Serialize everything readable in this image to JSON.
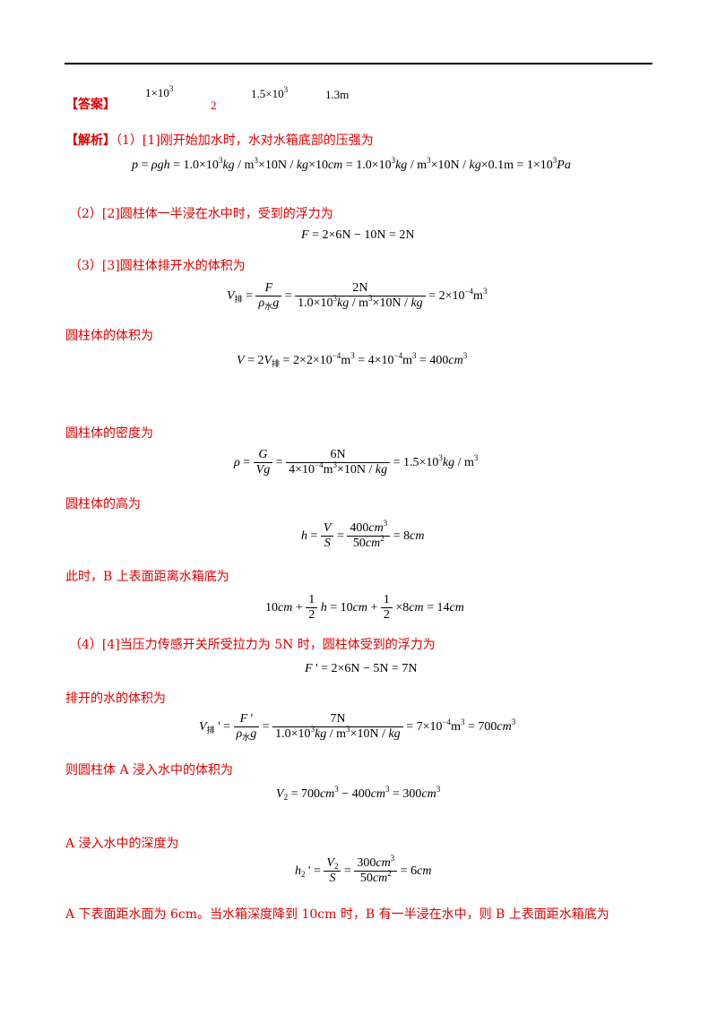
{
  "labels": {
    "answer": "【答案】",
    "analysis": "【解析】"
  },
  "answers": {
    "a1": "1×10³",
    "a2": "2",
    "a3": "1.5×10³",
    "a4": "1.3m"
  },
  "text": {
    "p1": "（1）[1]刚开始加水时，水对水箱底部的压强为",
    "p2": "（2）[2]圆柱体一半浸在水中时，受到的浮力为",
    "p3": "（3）[3]圆柱体排开水的体积为",
    "p4": "圆柱体的体积为",
    "p5": "圆柱体的密度为",
    "p6": "圆柱体的高为",
    "p7": "此时，B 上表面距离水箱底为",
    "p8": "（4）[4]当压力传感开关所受拉力为 5N 时，圆柱体受到的浮力为",
    "p9": "排开的水的体积为",
    "p10": "则圆柱体 A 浸入水中的体积为",
    "p11": "A 浸入水中的深度为",
    "p12": "A 下表面距水面为 6cm。当水箱深度降到 10cm 时，B 有一半浸在水中，则 B 上表面距水箱底为"
  },
  "equations": {
    "e1": "p = ρgh = 1.0×10³kg/m³×10N/kg×10cm = 1.0×10³kg/m³×10N/kg×0.1m = 1×10³Pa",
    "e2": "F = 2×6N − 10N = 2N",
    "e3": "V排 = F/(ρ水g) = 2N/(1.0×10³kg/m³×10N/kg) = 2×10⁻⁴m³",
    "e4": "V = 2V排 = 2×2×10⁻⁴m³ = 4×10⁻⁴m³ = 400cm³",
    "e5": "ρ = G/(Vg) = 6N/(4×10⁻⁴m³×10N/kg) = 1.5×10³kg/m³",
    "e6": "h = V/S = 400cm³/50cm² = 8cm",
    "e7": "10cm + ½h = 10cm + ½×8cm = 14cm",
    "e8": "F' = 2×6N − 5N = 7N",
    "e9": "V排' = F'/(ρ水g) = 7N/(1.0×10³kg/m³×10N/kg) = 7×10⁻⁴m³ = 700cm³",
    "e10": "V₂ = 700cm³ − 400cm³ = 300cm³",
    "e11": "h₂' = V₂/S = 300cm³/50cm² = 6cm"
  },
  "colors": {
    "accent": "#e00000",
    "text": "#000000"
  }
}
